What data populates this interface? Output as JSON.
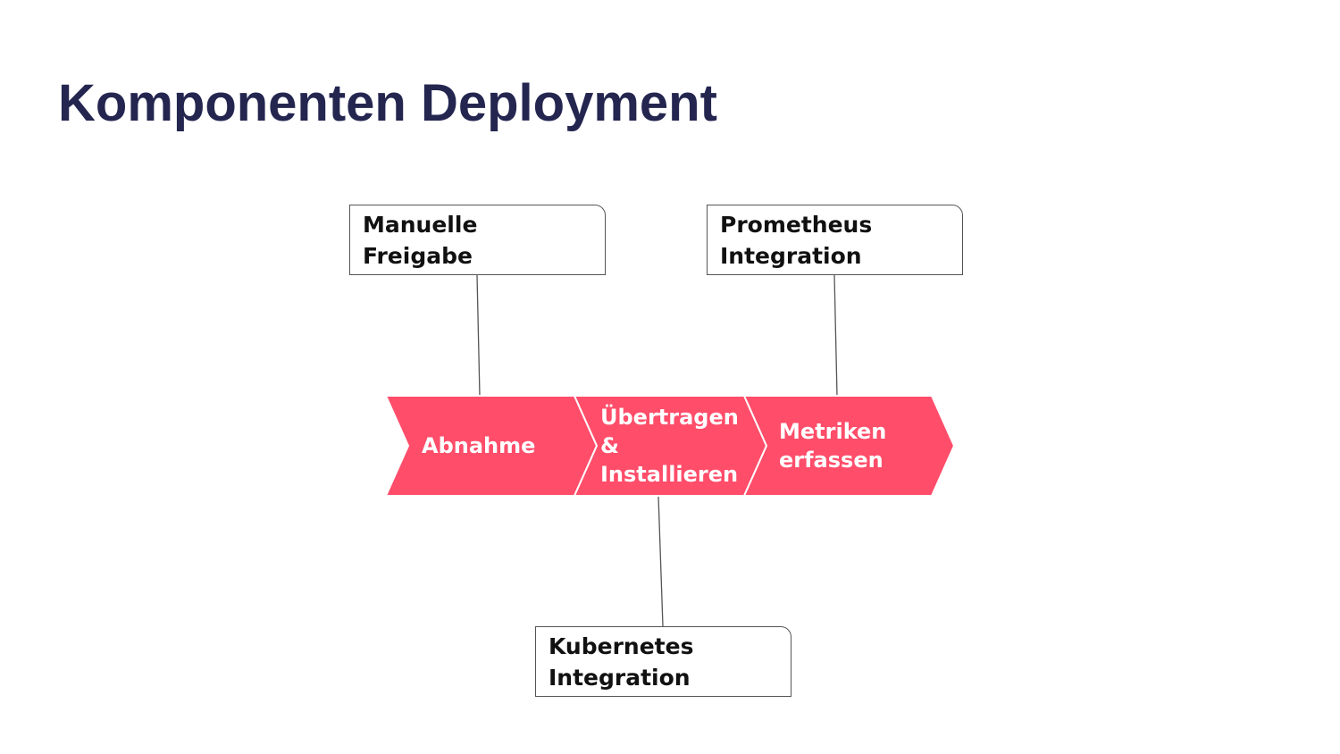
{
  "title": "Komponenten Deployment",
  "colors": {
    "title": "#242650",
    "step_fill": "#ff4d6a",
    "connector": "#555555",
    "note_border": "#555555"
  },
  "steps": [
    {
      "label": "Abnahme"
    },
    {
      "label": "Übertragen\n&\nInstallieren"
    },
    {
      "label": "Metriken\nerfassen"
    }
  ],
  "notes": [
    {
      "label": "Manuelle Freigabe",
      "attached_step": "Abnahme"
    },
    {
      "label": "Prometheus\nIntegration",
      "attached_step": "Metriken\nerfassen"
    },
    {
      "label": "Kubernetes\nIntegration",
      "attached_step": "Übertragen\n&\nInstallieren"
    }
  ]
}
